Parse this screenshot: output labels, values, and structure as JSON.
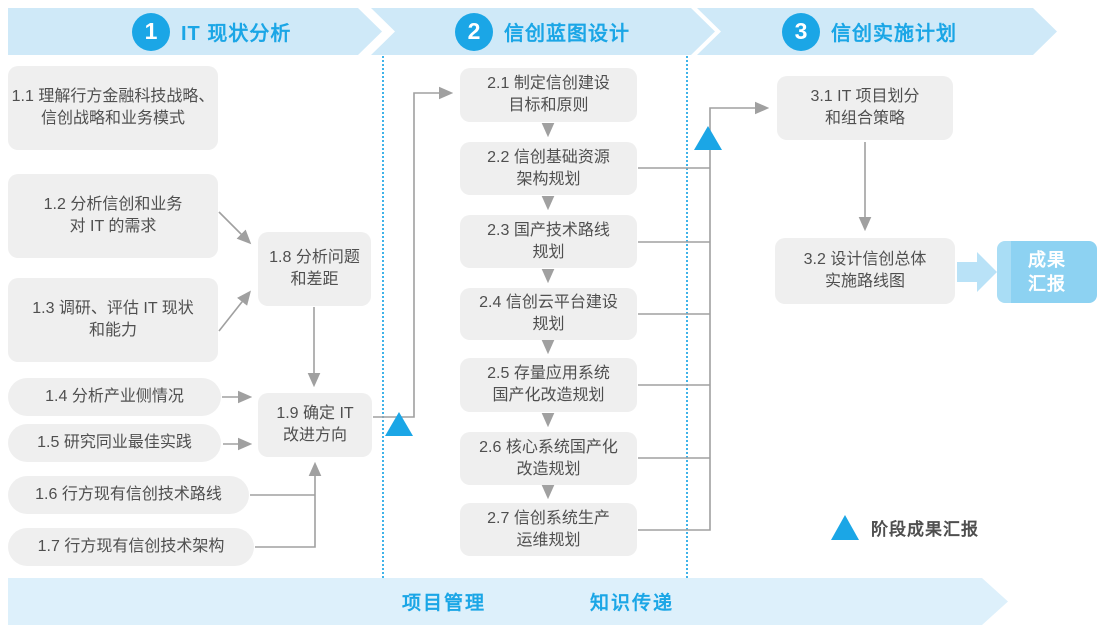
{
  "colors": {
    "accent": "#1ba6e6",
    "banner_fill": "#cfe9f8",
    "bottom_banner_fill": "#ddf0fb",
    "box_fill": "#efefef",
    "box_text": "#4f4f4f",
    "connector": "#a0a0a0",
    "report_box_fill": "#8dd2f2",
    "report_arrow_fill": "#b9e2f7",
    "dotted_line": "#3fb3e9"
  },
  "phases": [
    {
      "number": "1",
      "title": "IT 现状分析",
      "steps": [
        {
          "id": "1.1",
          "label": "1.1 理解行方金融科技战略、\n信创战略和业务模式"
        },
        {
          "id": "1.2",
          "label": "1.2 分析信创和业务\n对 IT 的需求"
        },
        {
          "id": "1.3",
          "label": "1.3 调研、评估 IT 现状\n和能力"
        },
        {
          "id": "1.4",
          "label": "1.4 分析产业侧情况"
        },
        {
          "id": "1.5",
          "label": "1.5 研究同业最佳实践"
        },
        {
          "id": "1.6",
          "label": "1.6 行方现有信创技术路线"
        },
        {
          "id": "1.7",
          "label": "1.7 行方现有信创技术架构"
        },
        {
          "id": "1.8",
          "label": "1.8 分析问题\n和差距"
        },
        {
          "id": "1.9",
          "label": "1.9 确定 IT\n改进方向"
        }
      ]
    },
    {
      "number": "2",
      "title": "信创蓝图设计",
      "steps": [
        {
          "id": "2.1",
          "label": "2.1 制定信创建设\n目标和原则"
        },
        {
          "id": "2.2",
          "label": "2.2 信创基础资源\n架构规划"
        },
        {
          "id": "2.3",
          "label": "2.3 国产技术路线\n规划"
        },
        {
          "id": "2.4",
          "label": "2.4 信创云平台建设\n规划"
        },
        {
          "id": "2.5",
          "label": "2.5 存量应用系统\n国产化改造规划"
        },
        {
          "id": "2.6",
          "label": "2.6 核心系统国产化\n改造规划"
        },
        {
          "id": "2.7",
          "label": "2.7 信创系统生产\n运维规划"
        }
      ]
    },
    {
      "number": "3",
      "title": "信创实施计划",
      "steps": [
        {
          "id": "3.1",
          "label": "3.1 IT 项目划分\n和组合策略"
        },
        {
          "id": "3.2",
          "label": "3.2 设计信创总体\n实施路线图"
        }
      ]
    }
  ],
  "result_box": {
    "label": "成果\n汇报"
  },
  "legend": {
    "label": "阶段成果汇报"
  },
  "bottom_banner": {
    "items": [
      {
        "label": "项目管理"
      },
      {
        "label": "知识传递"
      }
    ]
  }
}
